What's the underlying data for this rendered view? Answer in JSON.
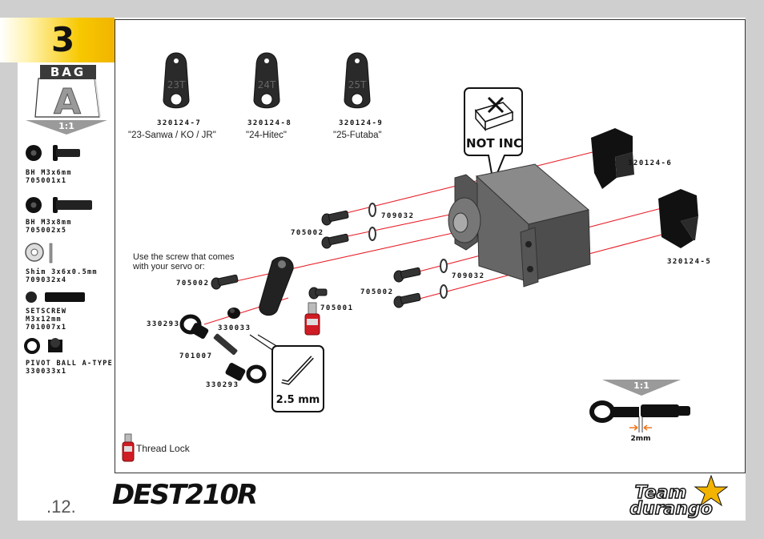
{
  "step": {
    "number": "3"
  },
  "bag": {
    "label": "BAG",
    "letter": "A"
  },
  "scale_left": "1:1",
  "parts": [
    {
      "name": "BH M3x6mm",
      "code": "705001x1"
    },
    {
      "name": "BH M3x8mm",
      "code": "705002x5"
    },
    {
      "name": "Shim 3x6x0.5mm",
      "code": "709032x4"
    },
    {
      "name_line1": "SETSCREW",
      "name_line2": "M3x12mm",
      "code": "701007x1"
    },
    {
      "name": "PIVOT BALL A-TYPE",
      "code": "330033x1"
    }
  ],
  "horns": [
    {
      "number": "23T",
      "part": "320124-7",
      "caption": "\"23-Sanwa / KO / JR\""
    },
    {
      "number": "24T",
      "part": "320124-8",
      "caption": "\"24-Hitec\""
    },
    {
      "number": "25T",
      "part": "320124-9",
      "caption": "\"25-Futaba\""
    }
  ],
  "not_included": "NOT INC",
  "callouts": {
    "mount_top": "320124-6",
    "mount_bottom": "320124-5",
    "shim_top": "709032",
    "shim_bottom": "709032",
    "screw_left_top": "705002",
    "screw_left_mid": "705002",
    "screw_right": "705002",
    "screw_horn": "705001",
    "ball": "330033",
    "rod_end_top": "330293",
    "setscrew": "701007",
    "rod_end_bottom": "330293"
  },
  "note": {
    "line1": "Use the screw that comes",
    "line2": "with your servo or:"
  },
  "tool": "2.5 mm",
  "scale_right": "1:1",
  "gap": "2mm",
  "thread_lock": "Thread Lock",
  "page_number": ".12.",
  "product_logo": "DEST210R",
  "brand": {
    "line1": "Team",
    "line2": "durango"
  },
  "colors": {
    "accent": "#f2b400",
    "arrow": "#e8202a",
    "dark": "#1a1a1a"
  }
}
